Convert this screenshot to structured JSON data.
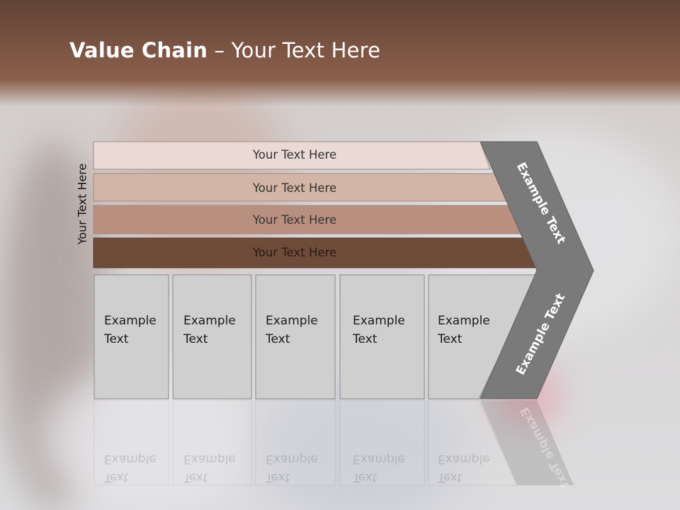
{
  "title": {
    "bold": "Value Chain",
    "rest": " – Your Text Here"
  },
  "side_label": "Your Text Here",
  "bars": [
    {
      "label": "Your Text Here",
      "color": "#ead9d4"
    },
    {
      "label": "Your Text Here",
      "color": "#d3b5a6"
    },
    {
      "label": "Your Text Here",
      "color": "#b99080"
    },
    {
      "label": "Your Text Here",
      "color": "#6f4b3a"
    }
  ],
  "boxes": [
    {
      "line1": "Example",
      "line2": "Text"
    },
    {
      "line1": "Example",
      "line2": "Text"
    },
    {
      "line1": "Example",
      "line2": "Text"
    },
    {
      "line1": "Example",
      "line2": "Text"
    },
    {
      "line1": "Example",
      "line2": "Text"
    }
  ],
  "chevron": {
    "upper_label": "Example Text",
    "lower_label": "Example Text",
    "color": "#7a7a7a"
  },
  "colors": {
    "header": "#7c5443",
    "box_fill": "#cfcfcf",
    "box_stroke": "#8a8a8a"
  }
}
